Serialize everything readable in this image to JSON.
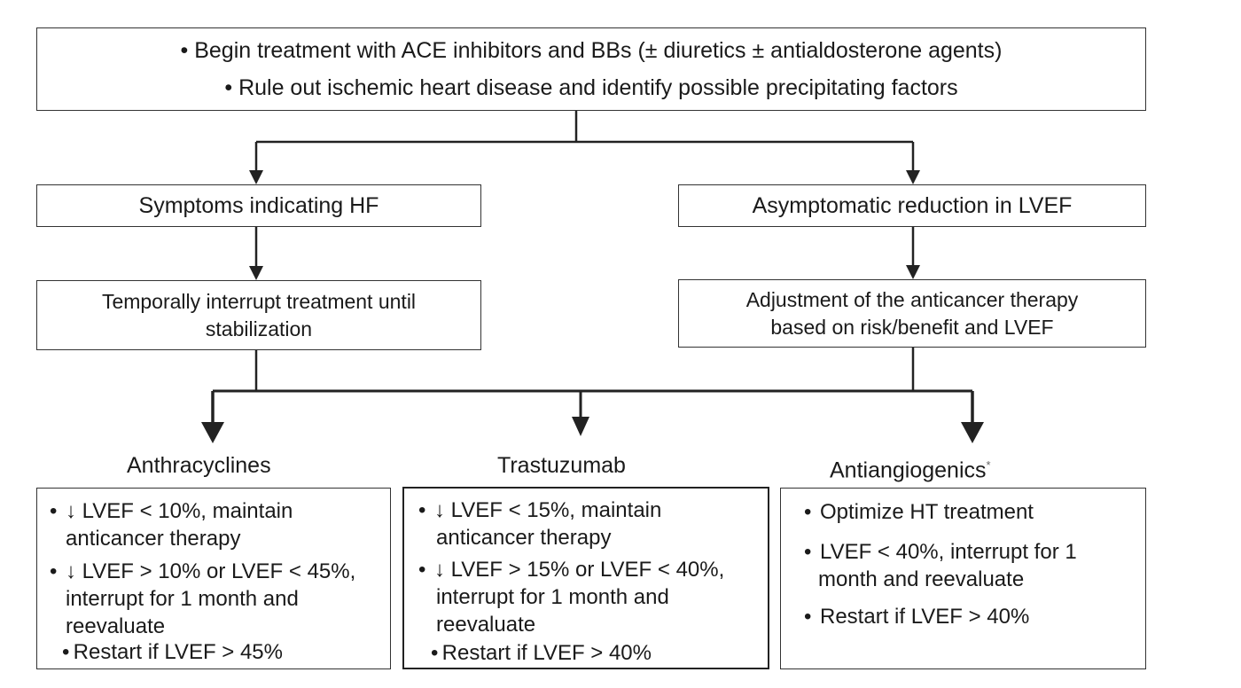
{
  "top_box": {
    "line1": "• Begin treatment with ACE inhibitors and BBs (± diuretics ± antialdosterone agents)",
    "line2": "• Rule out ischemic heart disease and identify possible precipitating factors"
  },
  "left_branch": {
    "box1": "Symptoms indicating HF",
    "box2_line1": "Temporally interrupt treatment until",
    "box2_line2": "stabilization"
  },
  "right_branch": {
    "box1": "Asymptomatic reduction in LVEF",
    "box2_line1": "Adjustment of the anticancer therapy",
    "box2_line2": "based on risk/benefit and LVEF"
  },
  "columns": [
    {
      "title": "Anthracyclines",
      "title_sup": "",
      "bullets": [
        [
          "↓ LVEF < 10%, maintain",
          "anticancer therapy"
        ],
        [
          "↓ LVEF > 10% or LVEF < 45%,",
          "interrupt for 1 month and",
          "reevaluate"
        ],
        [
          "Restart if LVEF > 45%"
        ]
      ]
    },
    {
      "title": "Trastuzumab",
      "title_sup": "",
      "bullets": [
        [
          "↓ LVEF < 15%, maintain",
          "anticancer therapy"
        ],
        [
          "↓ LVEF > 15% or LVEF < 40%,",
          "interrupt for 1 month and",
          "reevaluate"
        ],
        [
          "Restart if LVEF >  40%"
        ]
      ]
    },
    {
      "title": "Antiangiogenics",
      "title_sup": "*",
      "bullets": [
        [
          "Optimize HT treatment"
        ],
        [
          "LVEF < 40%, interrupt for 1",
          "month and reevaluate"
        ],
        [
          "Restart if LVEF > 40%"
        ]
      ]
    }
  ]
}
